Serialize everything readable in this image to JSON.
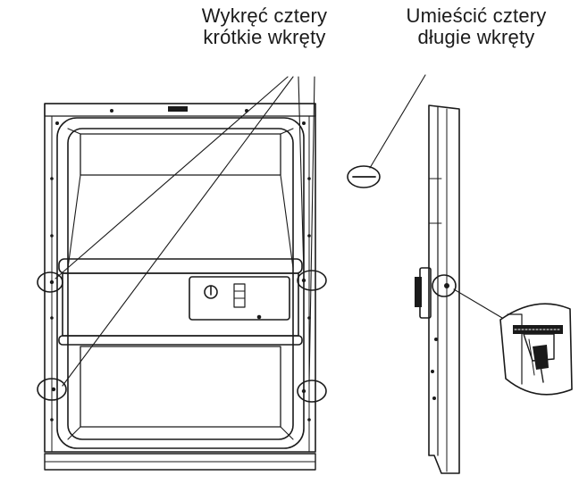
{
  "captions": {
    "remove_short": {
      "line1": "Wykręć cztery",
      "line2": "krótkie wkręty"
    },
    "insert_long": {
      "line1": "Umieścić cztery",
      "line2": "długie wkręty"
    }
  },
  "colors": {
    "line": "#1a1a1a",
    "background": "#ffffff",
    "panel_fill": "#ffffff"
  }
}
